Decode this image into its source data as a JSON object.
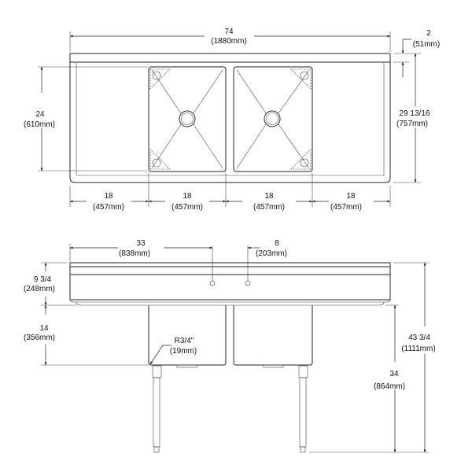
{
  "top_view": {
    "overall_width": {
      "in": "74",
      "mm": "(1880mm)"
    },
    "bowl_depth": {
      "in": "24",
      "mm": "(610mm)"
    },
    "backsplash": {
      "in": "2",
      "mm": "(51mm)"
    },
    "overall_depth": {
      "in": "29 13/16",
      "mm": "(757mm)"
    },
    "segments": [
      {
        "in": "18",
        "mm": "(457mm)"
      },
      {
        "in": "18",
        "mm": "(457mm)"
      },
      {
        "in": "18",
        "mm": "(457mm)"
      },
      {
        "in": "18",
        "mm": "(457mm)"
      }
    ]
  },
  "front_view": {
    "faucet_offset": {
      "in": "33",
      "mm": "(838mm)"
    },
    "faucet_spacing": {
      "in": "8",
      "mm": "(203mm)"
    },
    "splash_height": {
      "in": "9 3/4",
      "mm": "(248mm)"
    },
    "bowl_height": {
      "in": "14",
      "mm": "(356mm)"
    },
    "radius": {
      "in": "R3/4\"",
      "mm": "(19mm)"
    },
    "work_height": {
      "in": "34",
      "mm": "(864mm)"
    },
    "overall_height": {
      "in": "43 3/4",
      "mm": "(1111mm)"
    }
  }
}
